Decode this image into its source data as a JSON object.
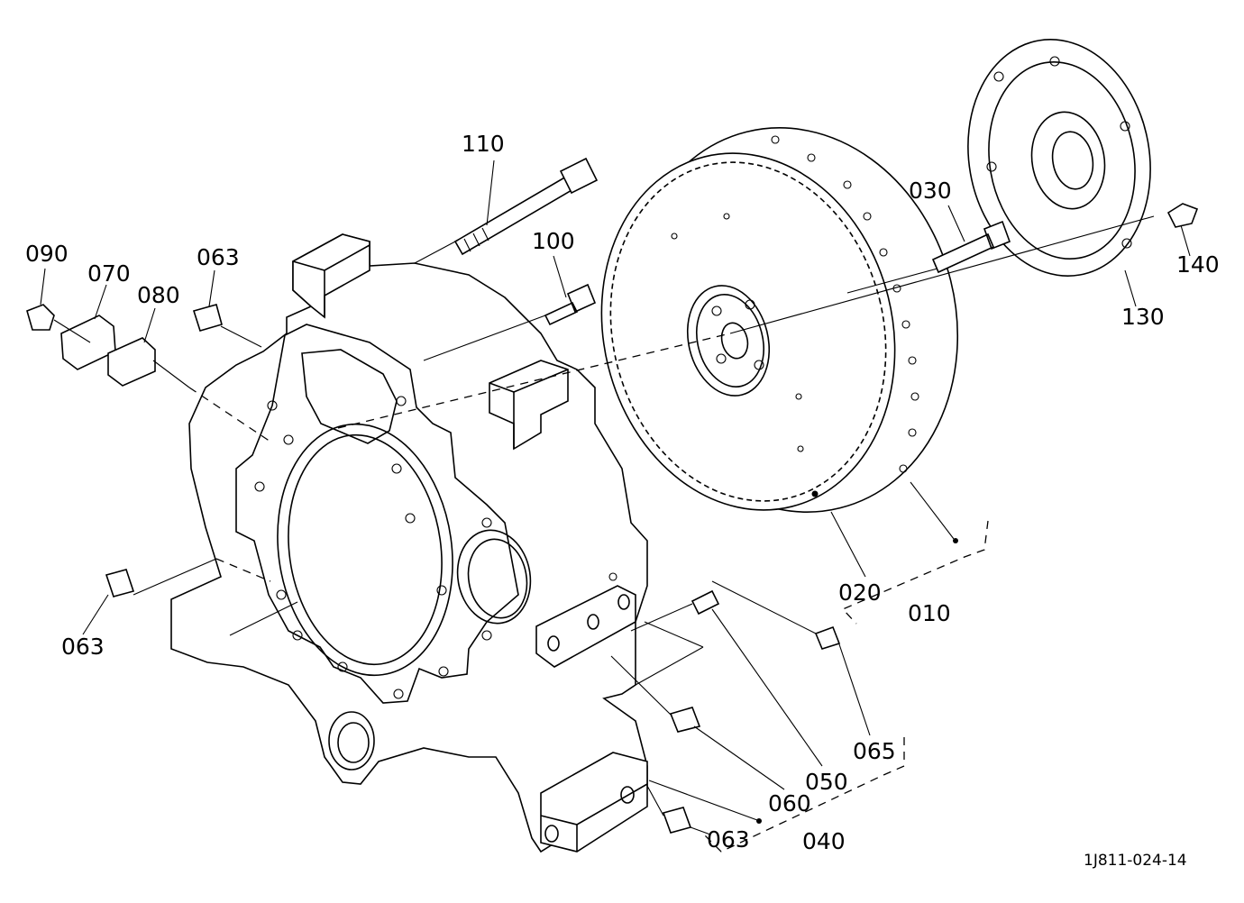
{
  "parts": [
    {
      "id": "p010",
      "label": "010"
    },
    {
      "id": "p020",
      "label": "020"
    },
    {
      "id": "p030",
      "label": "030"
    },
    {
      "id": "p040",
      "label": "040"
    },
    {
      "id": "p050",
      "label": "050"
    },
    {
      "id": "p060",
      "label": "060"
    },
    {
      "id": "p063a",
      "label": "063"
    },
    {
      "id": "p063b",
      "label": "063"
    },
    {
      "id": "p063c",
      "label": "063"
    },
    {
      "id": "p065",
      "label": "065"
    },
    {
      "id": "p070",
      "label": "070"
    },
    {
      "id": "p080",
      "label": "080"
    },
    {
      "id": "p090",
      "label": "090"
    },
    {
      "id": "p100",
      "label": "100"
    },
    {
      "id": "p110",
      "label": "110"
    },
    {
      "id": "p130",
      "label": "130"
    },
    {
      "id": "p140",
      "label": "140"
    }
  ],
  "drawing_code": "1J811-024-14"
}
